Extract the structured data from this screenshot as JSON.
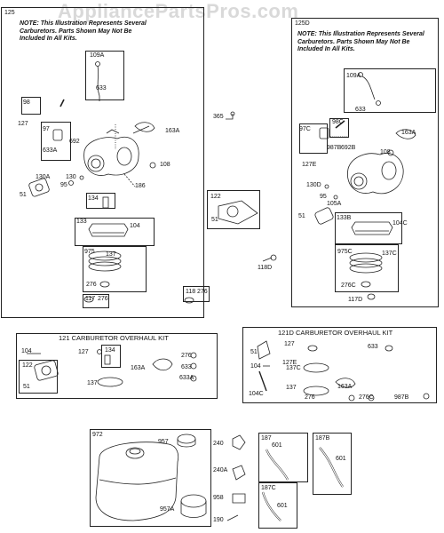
{
  "watermark": "AppliancePartsPros.com",
  "panel_125": {
    "id": "125",
    "note_prefix": "NOTE:",
    "note_text": "This Illustration Represents Several Carburetors. Parts Shown May Not Be Included In All Kits.",
    "labels": {
      "p109a": "109A",
      "p633a": "633",
      "p98": "98",
      "p127": "127",
      "p97": "97",
      "p692": "692",
      "p633a2": "633A",
      "p163a": "163A",
      "p108": "108",
      "p130": "130",
      "p130a": "130A",
      "p95": "95",
      "p51": "51",
      "p186": "186",
      "p134": "134",
      "p133": "133",
      "p104": "104",
      "p975": "975",
      "p137": "137",
      "p276": "276",
      "p117": "117",
      "p276b": "276"
    }
  },
  "panel_125d": {
    "id": "125D",
    "note_prefix": "NOTE:",
    "note_text": "This Illustration Represents Several Carburetors. Parts Shown May Not Be Included In All Kits.",
    "labels": {
      "p109a": "109A",
      "p633": "633",
      "p98c": "98C",
      "p97c": "97C",
      "p987b": "987B",
      "p692b": "692B",
      "p163a": "163A",
      "p108": "108",
      "p127e": "127E",
      "p130d": "130D",
      "p95": "95",
      "p105a": "105A",
      "p51": "51",
      "p133b": "133B",
      "p104c": "104C",
      "p975c": "975C",
      "p137c": "137C",
      "p276c": "276C",
      "p117d": "117D"
    }
  },
  "middle": {
    "p365": "365",
    "p122": "122",
    "p51": "51",
    "p118d": "118D",
    "p118": "118",
    "p276": "276"
  },
  "panel_121": {
    "title": "121 CARBURETOR OVERHAUL KIT",
    "labels": {
      "p104": "104",
      "p127": "127",
      "p134": "134",
      "p276": "276",
      "p122": "122",
      "p51": "51",
      "p163a": "163A",
      "p633": "633",
      "p633a": "633A",
      "p137": "137"
    }
  },
  "panel_121d": {
    "title": "121D CARBURETOR OVERHAUL KIT",
    "labels": {
      "p127": "127",
      "p633": "633",
      "p51": "51",
      "p127e": "127E",
      "p137c": "137C",
      "p104": "104",
      "p137": "137",
      "p163a": "163A",
      "p104c": "104C",
      "p276": "276",
      "p276c": "276C",
      "p987b": "987B"
    }
  },
  "panel_972": {
    "id": "972",
    "labels": {
      "p957": "957",
      "p957a": "957A"
    }
  },
  "bottom_parts": {
    "p240": "240",
    "p240a": "240A",
    "p958": "958",
    "p190": "190"
  },
  "panel_187": {
    "id": "187",
    "p601": "601"
  },
  "panel_187b": {
    "id": "187B",
    "p601": "601"
  },
  "panel_187c": {
    "id": "187C",
    "p601": "601"
  }
}
